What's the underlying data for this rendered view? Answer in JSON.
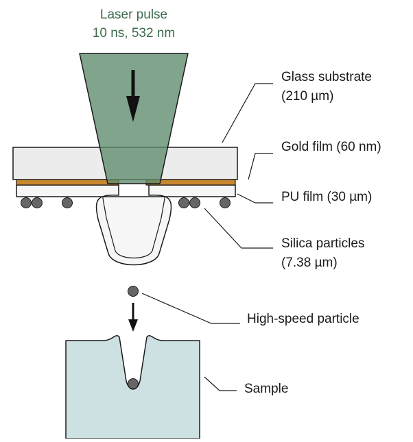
{
  "colors": {
    "laser_beam": "#5e8a6c",
    "laser_text": "#3d6b4c",
    "glass": "#ececec",
    "gold": "#c9882e",
    "pu_film": "#f6f6f6",
    "particle": "#666666",
    "sample": "#cde1e3",
    "outline": "#1a1a1a"
  },
  "laser": {
    "line1": "Laser pulse",
    "line2": "10 ns, 532 nm"
  },
  "labels": {
    "glass_line1": "Glass substrate",
    "glass_line2": "(210 µm)",
    "gold": "Gold film (60 nm)",
    "pu": "PU film (30 µm)",
    "silica_line1": "Silica particles",
    "silica_line2": "(7.38 µm)",
    "high_speed": "High-speed particle",
    "sample": "Sample"
  }
}
